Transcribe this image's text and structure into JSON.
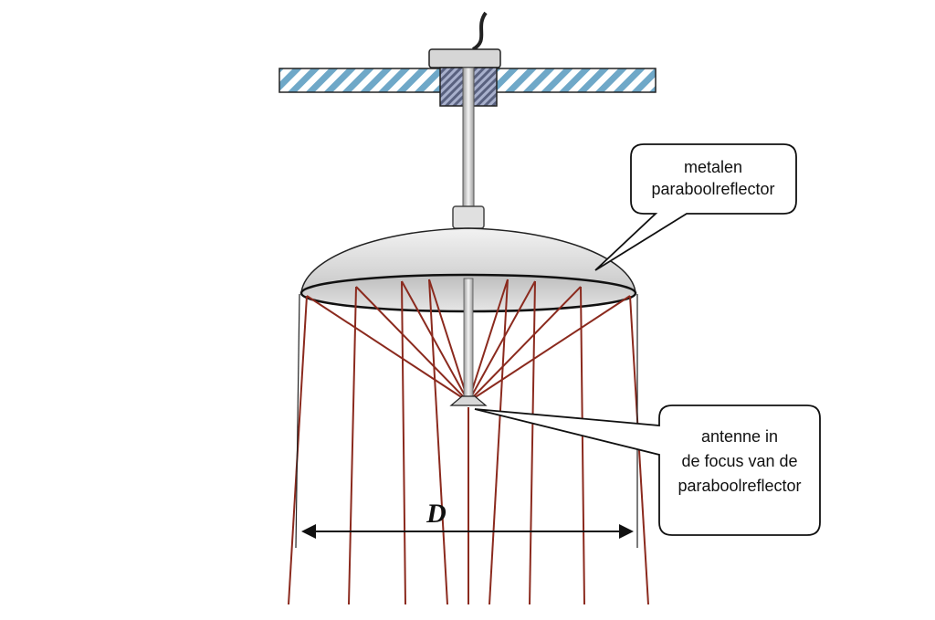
{
  "callouts": {
    "reflector": {
      "lines": [
        "metalen",
        "paraboolreflector"
      ]
    },
    "antenna": {
      "lines": [
        "antenne in",
        "de focus van de",
        "paraboolreflector"
      ]
    }
  },
  "dimension": {
    "label": "D"
  },
  "colors": {
    "ray": "#8b2a1e",
    "ceiling_stripe": "#6fa8c8",
    "dish_fill": "#dcdcdc",
    "mount_block": "#7d86a8"
  }
}
